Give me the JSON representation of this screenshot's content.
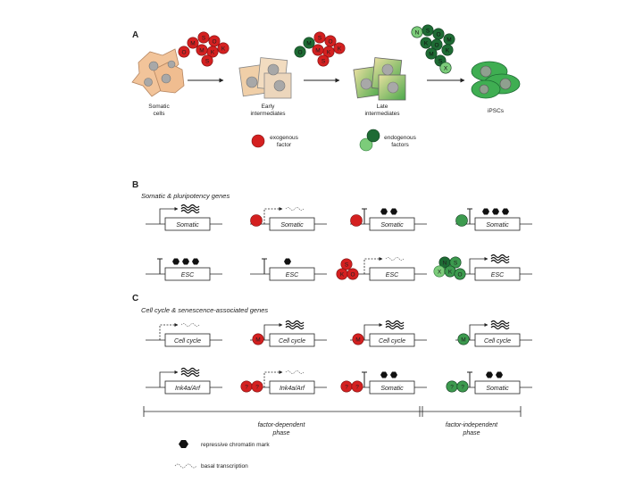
{
  "panel_a": {
    "label": "A",
    "stages": [
      "Somatic\ncells",
      "Early\nintermediates",
      "Late\nintermediates",
      "iPSCs"
    ],
    "cluster1": [
      "S",
      "O",
      "M",
      "K",
      "O",
      "K",
      "M",
      "S"
    ],
    "cluster2": [
      "S",
      "O",
      "M",
      "K",
      "O",
      "K",
      "M",
      "S"
    ],
    "cluster3": [
      "N",
      "S",
      "O",
      "M",
      "K",
      "O",
      "K",
      "M",
      "S",
      "X"
    ],
    "legend_exogenous": "exogenous\nfactor",
    "legend_endogenous": "endogenous\nfactors"
  },
  "panel_b": {
    "label": "B",
    "subtitle": "Somatic & pluripotency genes",
    "row1_genes": [
      "Somatic",
      "Somatic",
      "Somatic",
      "Somatic"
    ],
    "row2_genes": [
      "ESC",
      "ESC",
      "ESC",
      "ESC"
    ],
    "factors_row2_col3": [
      "S",
      "K",
      "O"
    ],
    "factors_row2_col4": [
      "N",
      "S",
      "X",
      "K",
      "O"
    ]
  },
  "panel_c": {
    "label": "C",
    "subtitle": "Cell cycle & senescence-associated genes",
    "row1_genes": [
      "Cell cycle",
      "Cell cycle",
      "Cell cycle",
      "Cell cycle"
    ],
    "row2_genes": [
      "Ink4a/Arf",
      "Ink4a/Arf",
      "Somatic",
      "Somatic"
    ],
    "factor_m": "M",
    "factor_unknown": "?"
  },
  "phases": {
    "dependent": "factor-dependent\nphase",
    "independent": "factor-independent\nphase"
  },
  "legend": {
    "mark": "repressive chromatin mark",
    "basal": "basal transcription"
  },
  "colors": {
    "red": "#d42020",
    "dark_green": "#1e6b34",
    "mid_green": "#3c9a4e",
    "light_green": "#7ccc7a",
    "skin": "#f2c49a",
    "nucleus": "#a8a8a8"
  }
}
